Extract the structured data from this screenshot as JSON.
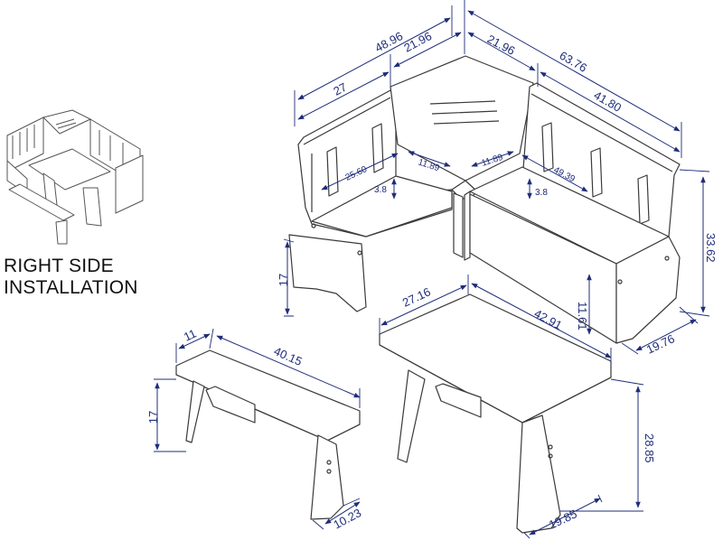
{
  "caption": {
    "line1": "RIGHT SIDE",
    "line2": "INSTALLATION"
  },
  "colors": {
    "dimension": "#1f2d7a",
    "outline": "#3a3a3a"
  },
  "dimensions": {
    "bench_top_length": "48.96",
    "corner_left": "21.96",
    "corner_right": "21.96",
    "long_bench_total": "63.76",
    "left_bench_width": "27",
    "long_bench_length": "41.80",
    "overall_height": "33.62",
    "left_seat_depth": "25.60",
    "left_seat_inner": "11.89",
    "right_seat_inner": "11.89",
    "right_seat_depth": "49.39",
    "left_seat_thickness": "3.8",
    "right_seat_thickness": "3.8",
    "left_seat_height": "17",
    "right_seat_front": "11.61",
    "bench_depth_right": "19.76",
    "table_width": "27.16",
    "table_length": "42.91",
    "table_height": "28.85",
    "table_base": "19.85",
    "loose_bench_width": "11",
    "loose_bench_length": "40.15",
    "loose_bench_height": "17",
    "loose_bench_base": "10.23"
  }
}
